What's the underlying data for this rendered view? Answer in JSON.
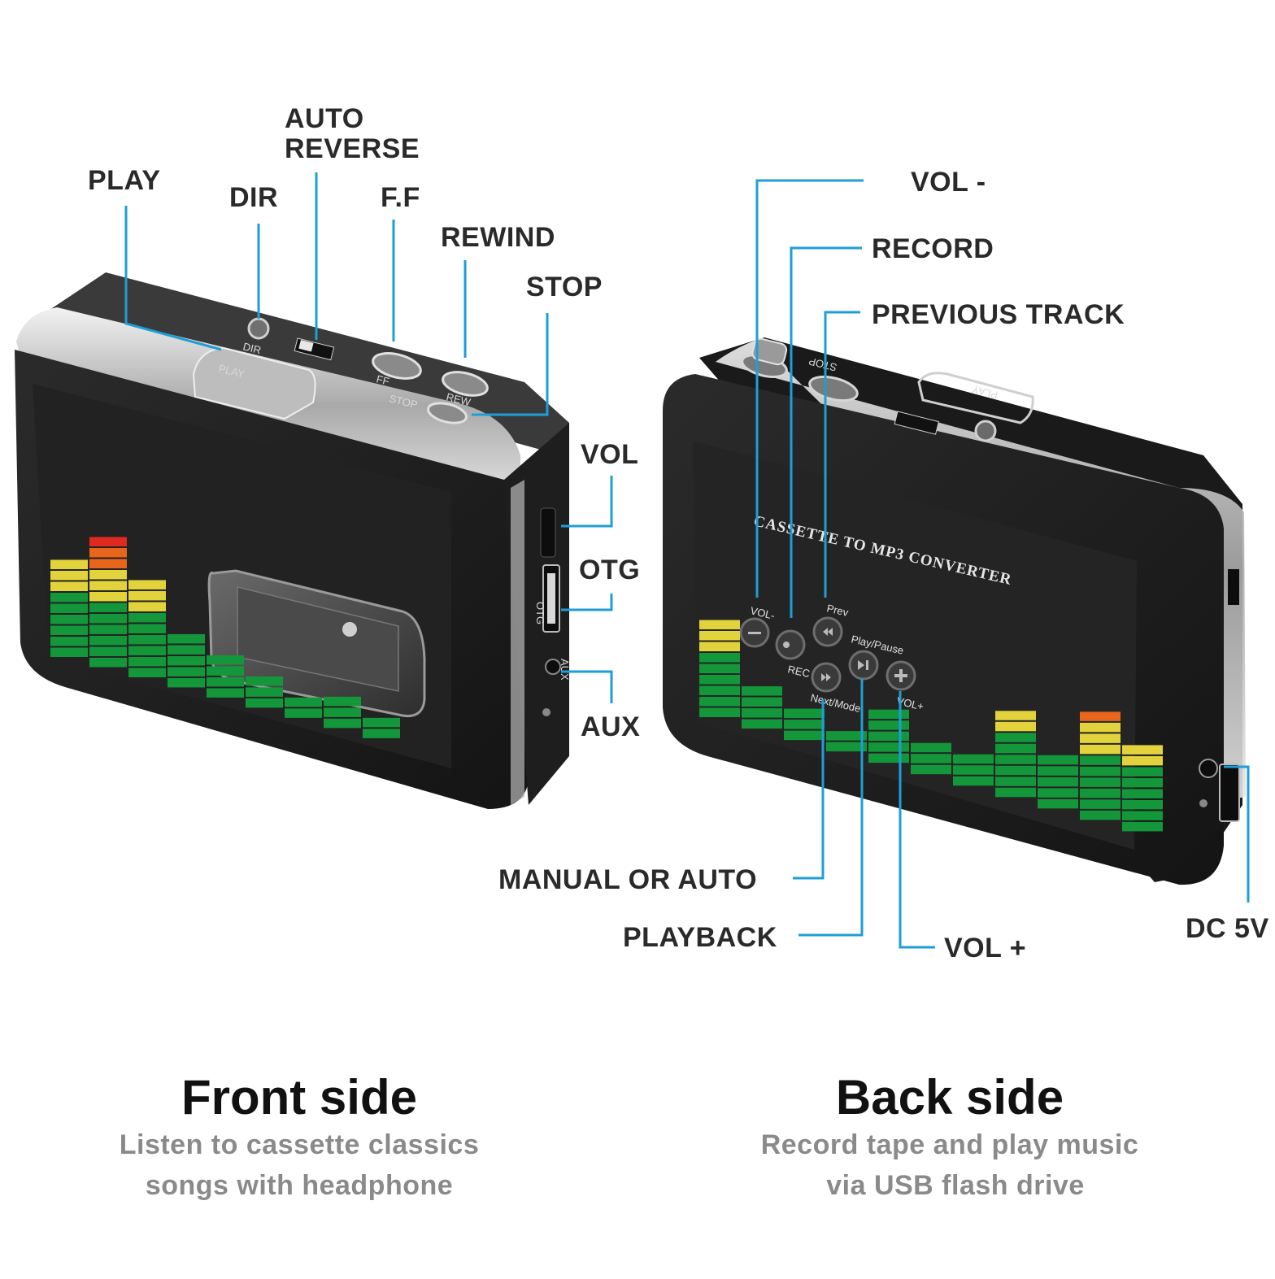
{
  "colors": {
    "leader": "#1e9ed8",
    "body": "#1b1b1b",
    "panel": "#2a2a2a",
    "chrome": "#c9c9c9",
    "eq_green": "#13973a",
    "eq_yellow": "#e2d23c",
    "eq_orange": "#e8661c",
    "eq_red": "#e12a1e",
    "heading": "#111111",
    "subtitle": "#8a8a8a"
  },
  "front": {
    "callouts": {
      "play": "PLAY",
      "dir": "DIR",
      "auto_reverse_1": "AUTO",
      "auto_reverse_2": "REVERSE",
      "ff": "F.F",
      "rewind": "REWIND",
      "stop": "STOP",
      "vol": "VOL",
      "otg": "OTG",
      "aux": "AUX"
    },
    "heading": "Front side",
    "caption_1": "Listen to cassette classics",
    "caption_2": "songs with headphone",
    "device_print": {
      "play": "PLAY",
      "dir": "DIR",
      "stop": "STOP",
      "ff": "FF",
      "rew": "REW",
      "otg": "OTG",
      "aux": "AUX"
    }
  },
  "back": {
    "callouts": {
      "vol_minus": "VOL -",
      "record": "RECORD",
      "previous_track": "PREVIOUS TRACK",
      "manual_or_auto": "MANUAL OR AUTO",
      "playback": "PLAYBACK",
      "vol_plus": "VOL +",
      "dc5v": "DC 5V"
    },
    "heading": "Back side",
    "caption_1": "Record tape and play music",
    "caption_2": "via USB flash drive",
    "device_print": {
      "title": "CASSETTE TO MP3 CONVERTER",
      "vol_minus": "VOL-",
      "prev": "Prev",
      "play_pause": "Play/Pause",
      "rec": "REC",
      "next_mode": "Next/Mode",
      "vol_plus": "VOL+",
      "play": "PLAY",
      "stop": "STOP"
    }
  }
}
